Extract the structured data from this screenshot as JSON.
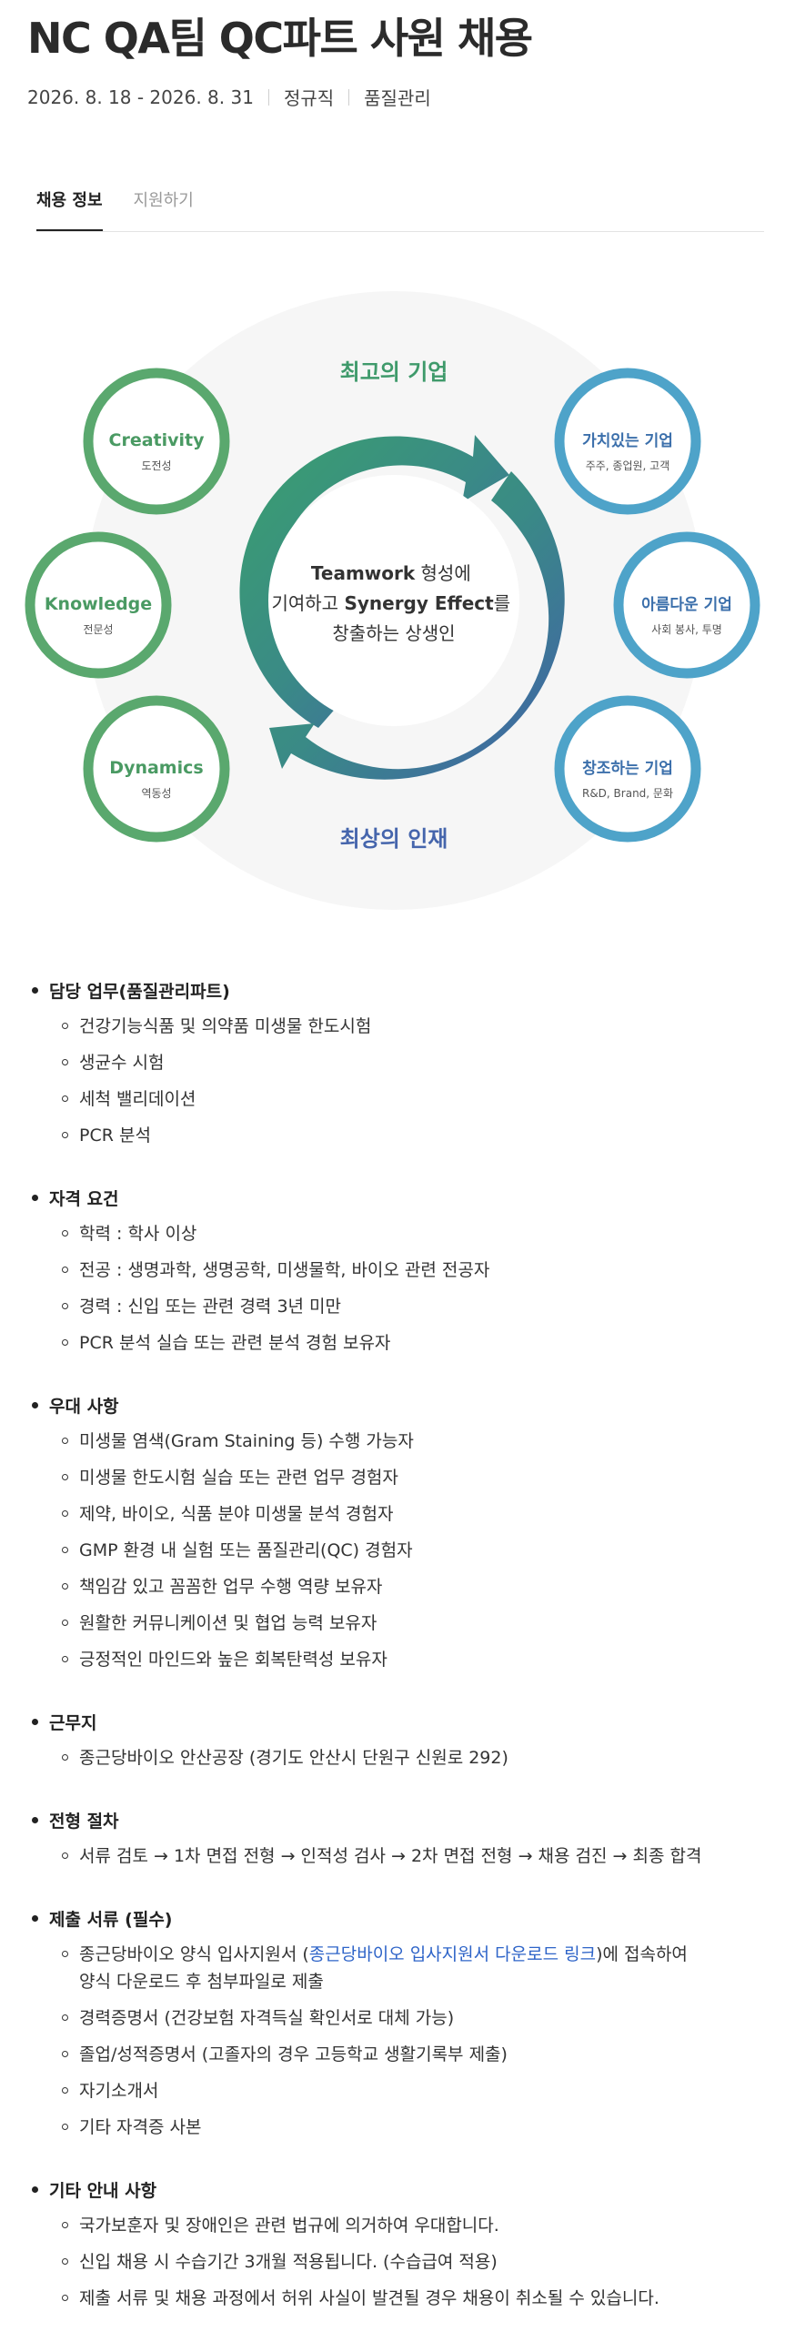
{
  "header": {
    "title": "NC QA팀 QC파트 사원 채용",
    "period": "2026. 8. 18 - 2026. 8. 31",
    "employment_type": "정규직",
    "job_category": "품질관리"
  },
  "tabs": [
    {
      "label": "채용 정보",
      "active": true
    },
    {
      "label": "지원하기",
      "active": false
    }
  ],
  "diagram": {
    "top_label": "최고의 기업",
    "bottom_label": "최상의 인재",
    "center_line1_bold": "Teamwork",
    "center_line1_rest": " 형성에",
    "center_line2_pre": "기여하고 ",
    "center_line2_bold": "Synergy Effect",
    "center_line2_post": "를",
    "center_line3": "창출하는 상생인",
    "left_values": [
      {
        "title": "Creativity",
        "sub": "도전성"
      },
      {
        "title": "Knowledge",
        "sub": "전문성"
      },
      {
        "title": "Dynamics",
        "sub": "역동성"
      }
    ],
    "right_values": [
      {
        "title": "가치있는 기업",
        "sub": "주주, 종업원, 고객"
      },
      {
        "title": "아름다운 기업",
        "sub": "사회 봉사, 투명"
      },
      {
        "title": "창조하는 기업",
        "sub": "R&D, Brand, 문화"
      }
    ],
    "colors": {
      "green": "#5aa86e",
      "blue": "#4ea3c9",
      "ring_gradient_start": "#3a9e70",
      "ring_gradient_end": "#3e5fa6",
      "background_circle": "#f5f5f5"
    }
  },
  "sections": {
    "duties": {
      "title": "담당 업무(품질관리파트)",
      "items": [
        "건강기능식품 및 의약품 미생물 한도시험",
        "생균수 시험",
        "세척 밸리데이션",
        "PCR 분석"
      ]
    },
    "requirements": {
      "title": "자격 요건",
      "items": [
        "학력 : 학사 이상",
        "전공 : 생명과학, 생명공학, 미생물학, 바이오 관련 전공자",
        "경력 : 신입 또는 관련 경력 3년 미만",
        "PCR 분석 실습 또는 관련 분석 경험 보유자"
      ]
    },
    "preferred": {
      "title": "우대 사항",
      "items": [
        "미생물 염색(Gram Staining 등) 수행 가능자",
        "미생물 한도시험 실습 또는 관련 업무 경험자",
        "제약, 바이오, 식품 분야 미생물 분석 경험자",
        "GMP 환경 내 실험 또는 품질관리(QC) 경험자",
        "책임감 있고 꼼꼼한 업무 수행 역량 보유자",
        "원활한 커뮤니케이션 및 협업 능력 보유자",
        "긍정적인 마인드와 높은 회복탄력성 보유자"
      ]
    },
    "location": {
      "title": "근무지",
      "items": [
        "종근당바이오 안산공장 (경기도 안산시 단원구 신원로 292)"
      ]
    },
    "process": {
      "title": "전형 절차",
      "items": [
        "서류 검토 → 1차 면접 전형 → 인적성 검사 → 2차 면접 전형 → 채용 검진 → 최종 합격"
      ]
    },
    "documents": {
      "title": "제출 서류 (필수)",
      "first_pre": "종근당바이오 양식 입사지원서 (",
      "first_link": "종근당바이오 입사지원서 다운로드 링크",
      "first_post": ")에 접속하여",
      "first_line2": "양식 다운로드 후 첨부파일로 제출",
      "items": [
        "경력증명서 (건강보험 자격득실 확인서로 대체 가능)",
        "졸업/성적증명서 (고졸자의 경우 고등학교 생활기록부 제출)",
        "자기소개서",
        "기타 자격증 사본"
      ]
    },
    "notes": {
      "title": "기타 안내 사항",
      "items": [
        "국가보훈자 및 장애인은 관련 법규에 의거하여 우대합니다.",
        "신입 채용 시 수습기간 3개월 적용됩니다. (수습급여 적용)",
        "제출 서류 및 채용 과정에서 허위 사실이 발견될 경우 채용이 취소될 수 있습니다."
      ]
    }
  }
}
